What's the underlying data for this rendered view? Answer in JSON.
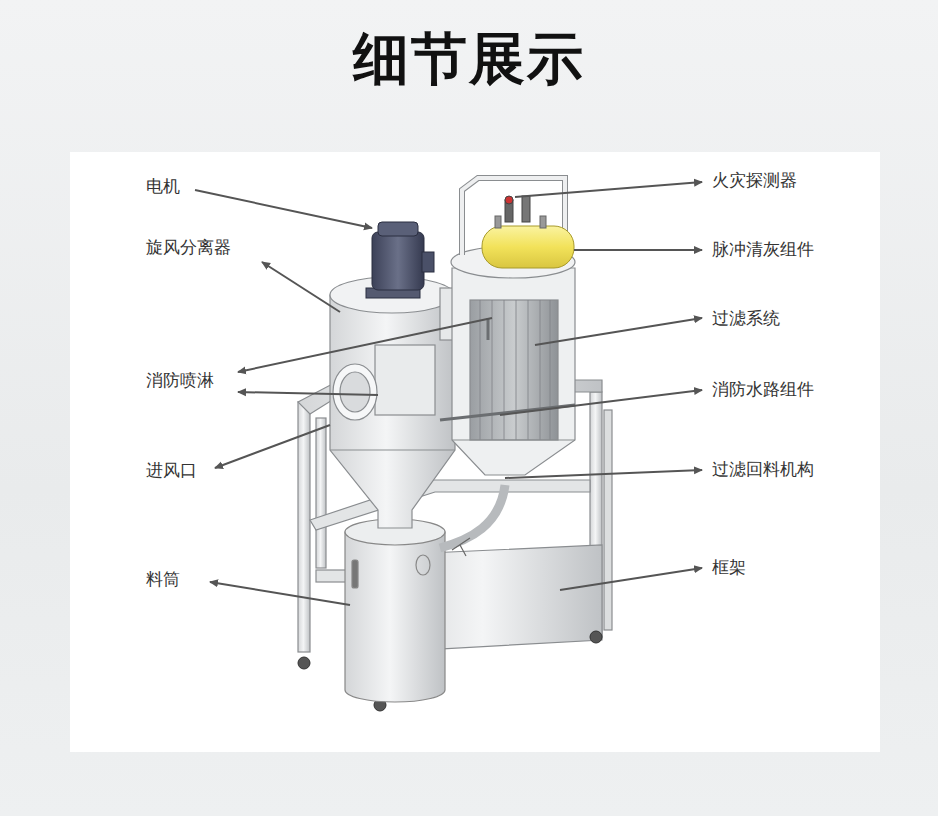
{
  "diagram": {
    "title": "细节展示",
    "labels": [
      "电机",
      "旋风分离器",
      "消防喷淋",
      "进风口",
      "料筒",
      "火灾探测器",
      "脉冲清灰组件",
      "过滤系统",
      "消防水路组件",
      "过滤回料机构",
      "框架"
    ]
  }
}
